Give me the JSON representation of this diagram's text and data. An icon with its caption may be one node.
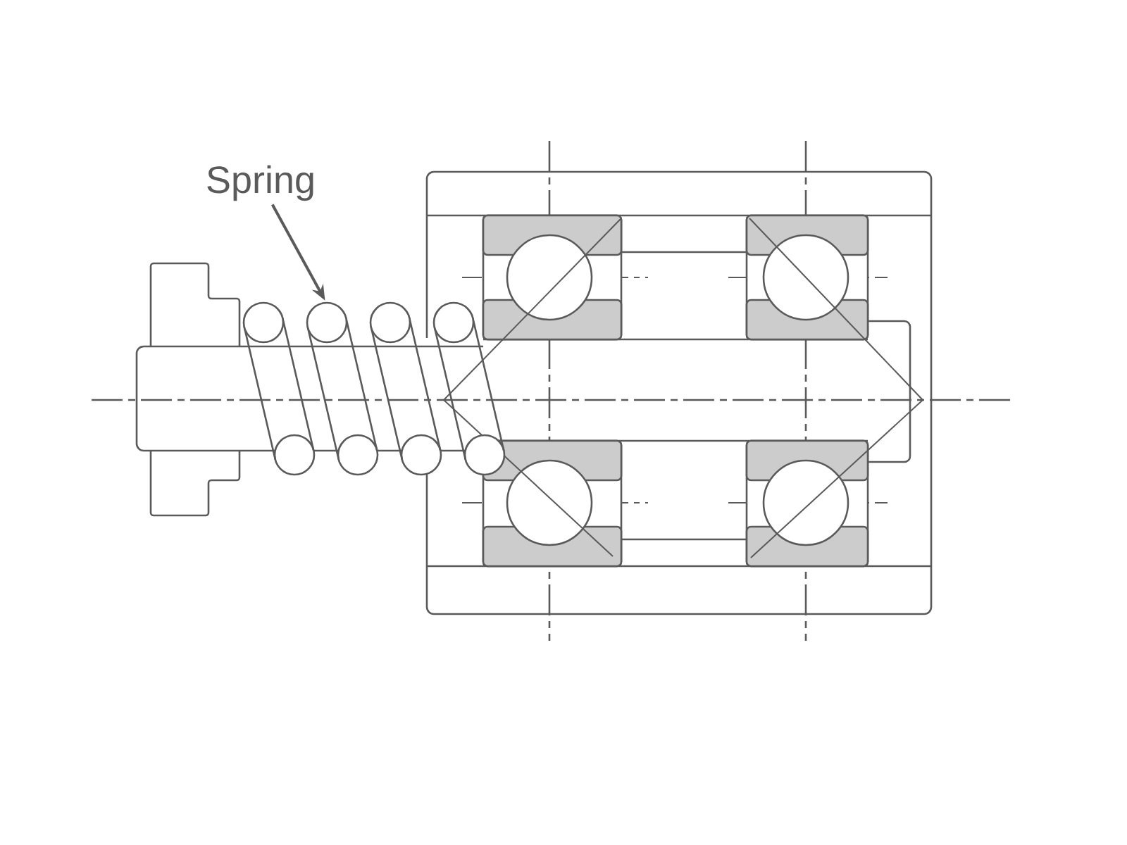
{
  "diagram": {
    "nodes": [
      {
        "text": [
          "Spring"
        ]
      },
      {
        "text": [],
        "shape": "picture"
      }
    ],
    "edges": [
      {
        "from": 0,
        "to": 1,
        "arrow": "to"
      }
    ]
  }
}
